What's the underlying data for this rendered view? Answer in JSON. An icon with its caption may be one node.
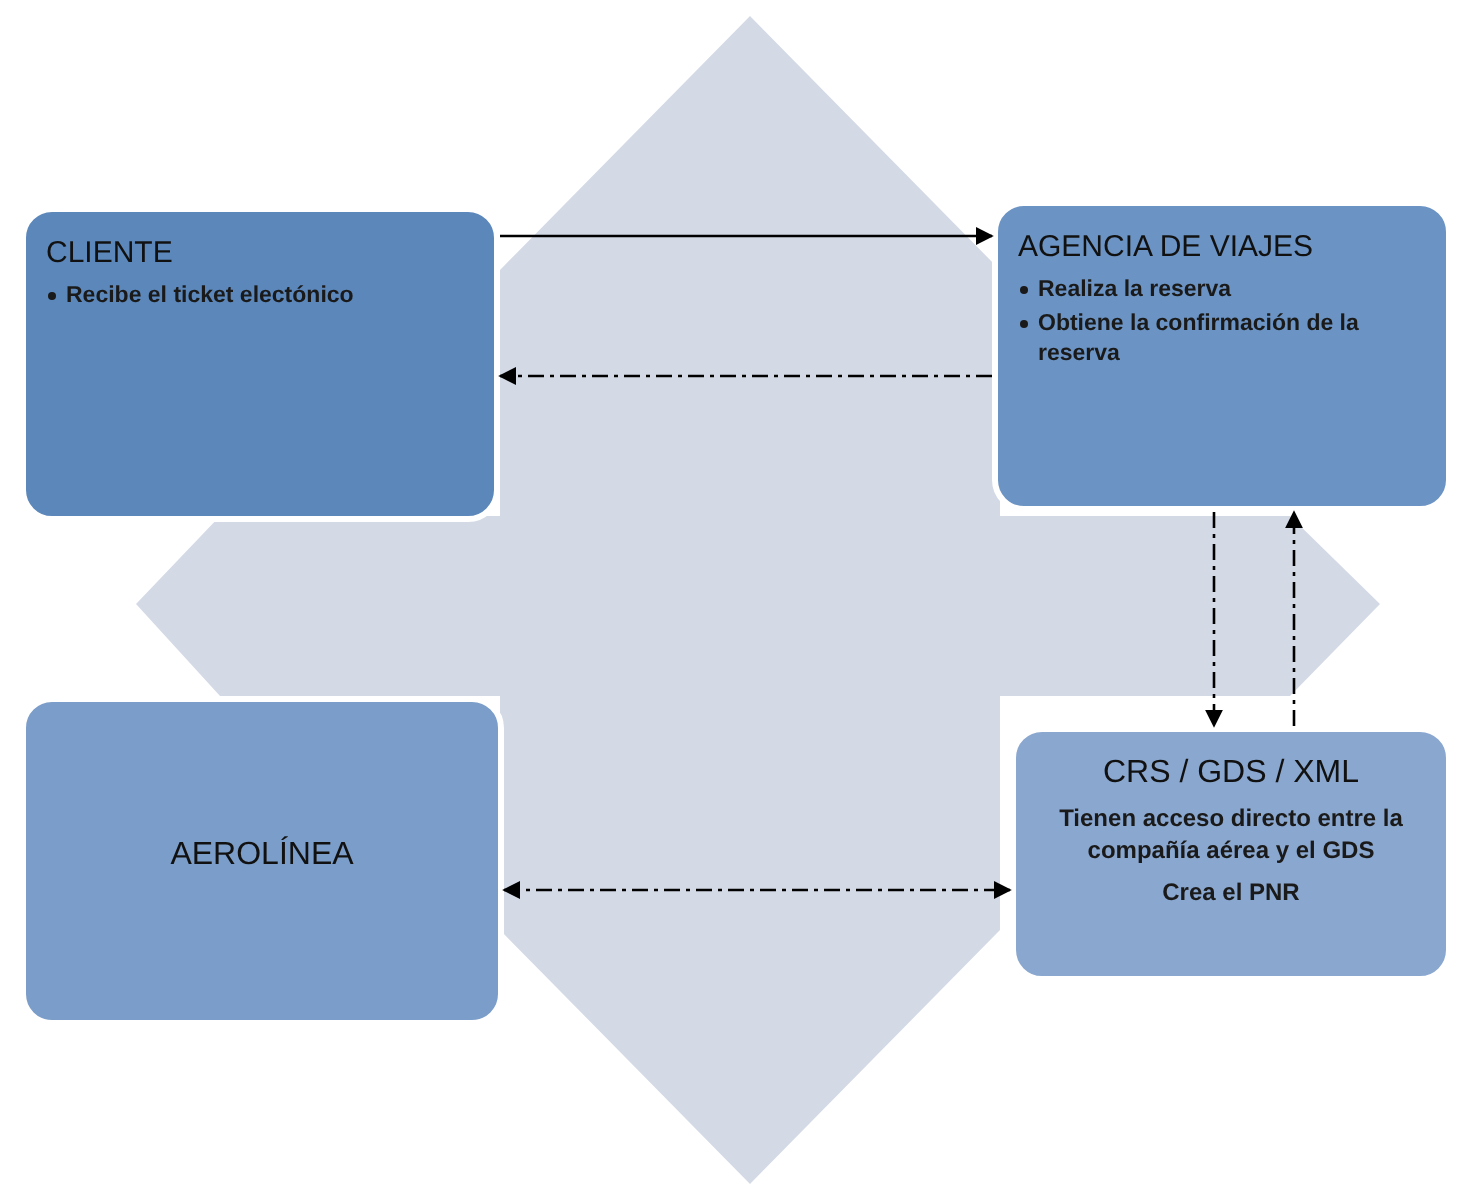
{
  "diagram": {
    "nodes": [
      {
        "text": [
          "CLIENTE",
          "Recibe el ticket electónico"
        ]
      },
      {
        "text": [
          "AGENCIA DE VIAJES",
          "Realiza la reserva",
          "Obtiene la confirmación de la reserva"
        ]
      },
      {
        "text": [
          "AEROLÍNEA"
        ]
      },
      {
        "text": [
          "CRS / GDS / XML",
          "Tienen acceso directo entre la compañía aérea y el GDS",
          "Crea el PNR"
        ]
      }
    ],
    "edges": [
      {
        "from": 0,
        "to": 1,
        "arrow": "to"
      },
      {
        "from": 1,
        "to": 0,
        "arrow": "to",
        "style": "dashed"
      },
      {
        "from": 1,
        "to": 3,
        "arrow": "to",
        "style": "dashed"
      },
      {
        "from": 3,
        "to": 1,
        "arrow": "to",
        "style": "dashed"
      },
      {
        "from": 2,
        "to": 3,
        "arrow": "both",
        "style": "dashed"
      }
    ]
  }
}
